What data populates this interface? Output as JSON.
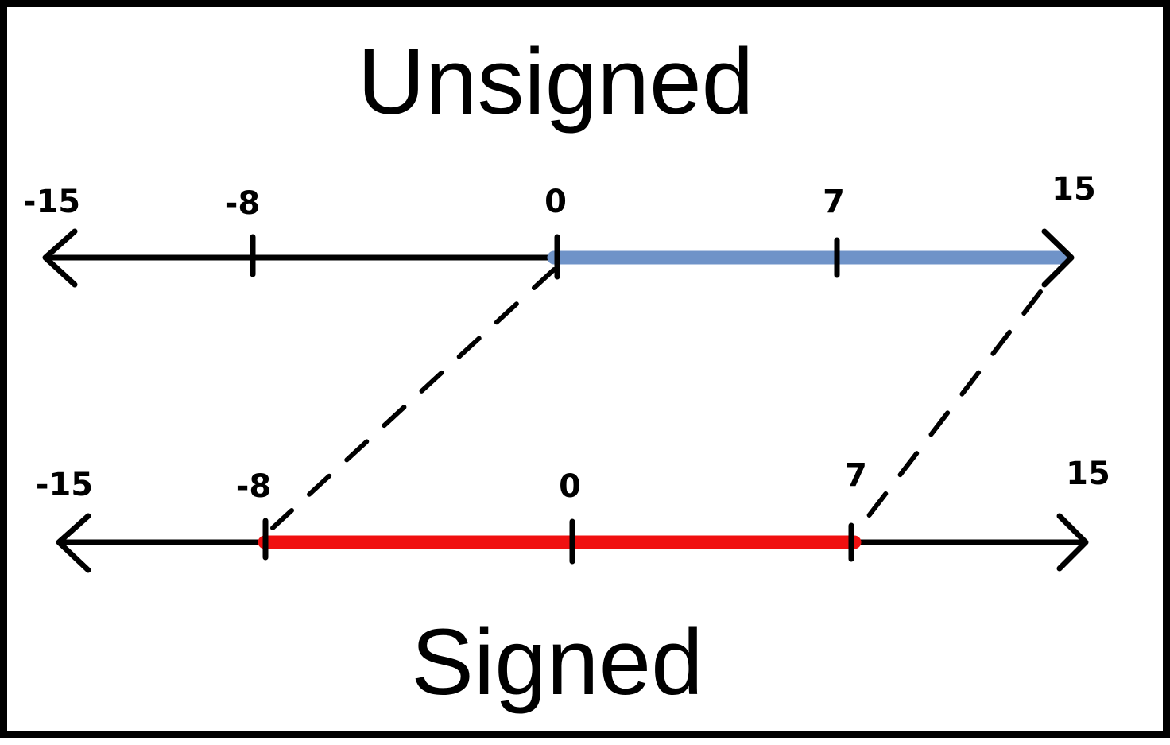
{
  "top": {
    "title": "Unsigned",
    "ticks": [
      "-15",
      "-8",
      "0",
      "7",
      "15"
    ],
    "highlight_from": "0",
    "highlight_to": "15",
    "highlight_color": "#6f93c8"
  },
  "bottom": {
    "title": "Signed",
    "ticks": [
      "-15",
      "-8",
      "0",
      "7",
      "15"
    ],
    "highlight_from": "-8",
    "highlight_to": "7",
    "highlight_color": "#f01010"
  },
  "mapping": [
    {
      "from": "0",
      "to": "-8"
    },
    {
      "from": "15",
      "to": "7"
    }
  ]
}
